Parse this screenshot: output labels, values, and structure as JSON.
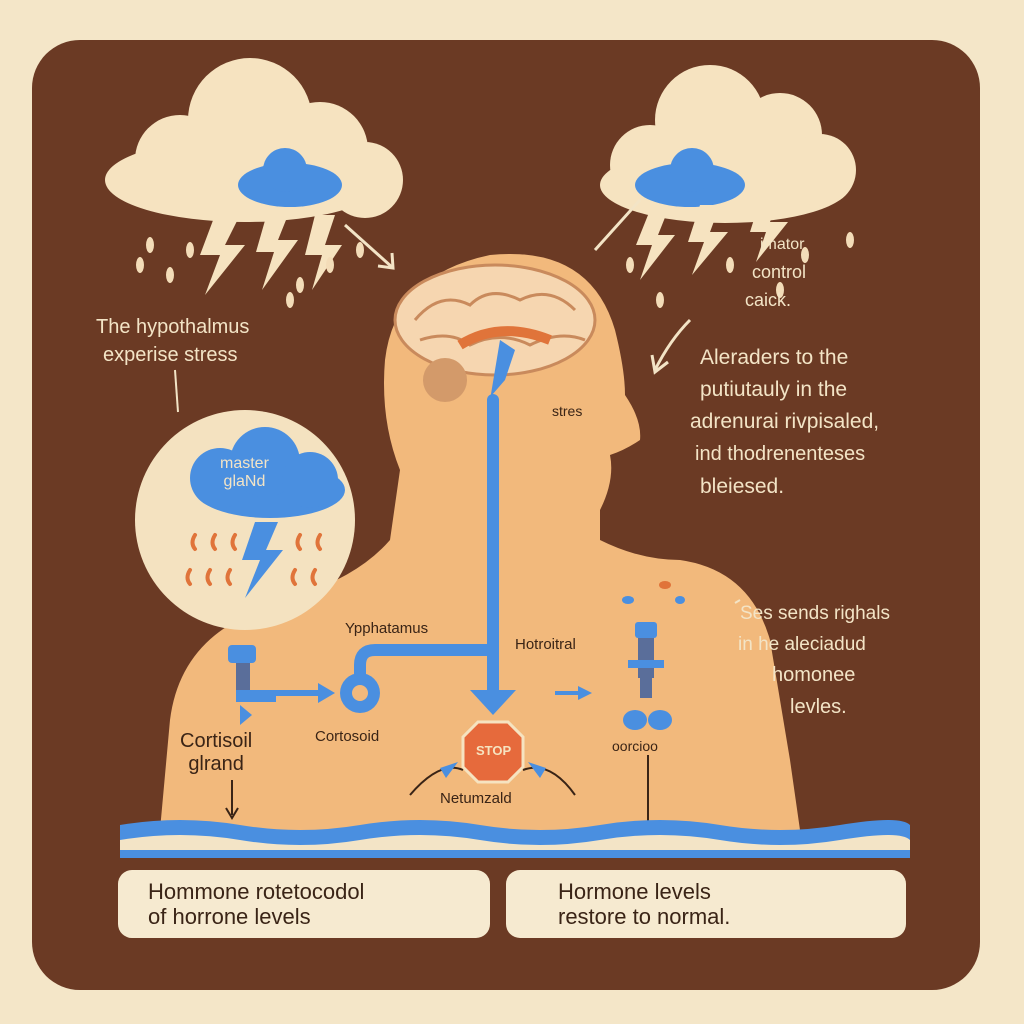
{
  "labels": {
    "hypothalamus_line1": "The hypothalmus",
    "hypothalamus_line2": "experise stress",
    "master_gland": "master\nglaNd",
    "stres": "stres",
    "control_line1": "imator",
    "control_line2": "control",
    "control_line3": "caick.",
    "alerts_line1": "Aleraders to the",
    "alerts_line2": "putiutauly in the",
    "alerts_line3": "adrenurai rivpisaled,",
    "alerts_line4": "ind thodrenenteses",
    "alerts_line5": "bleiesed.",
    "ypphatamus": "Ypphatamus",
    "hotroitral": "Hotroitral",
    "cortisoil_gland": "Cortisoil\nglrand",
    "cortosoid": "Cortosoid",
    "stop": "STOP",
    "netumzald": "Netumzald",
    "sends_line1": "Ses sends righals",
    "sends_line2": "in he aleciadud",
    "sends_line3": "homonee",
    "sends_line4": "levles.",
    "oorcioo": "oorcioo"
  },
  "bottom": {
    "left_box": "Hommone rotetocodol\nof horrone levels",
    "right_box": "Hormone levels\nrestore to normal."
  },
  "colors": {
    "background": "#f4e6c8",
    "panel": "#6b3a24",
    "body": "#f2b97c",
    "blue": "#4a8fe0",
    "orange": "#e0743a",
    "cloud": "#f6e3c0",
    "stop": "#e66a3c"
  },
  "icons": [
    "cloud-icon",
    "lightning-icon",
    "raindrop-icon",
    "brain-icon",
    "stop-sign-icon",
    "valve-icon",
    "arrow-icon"
  ]
}
